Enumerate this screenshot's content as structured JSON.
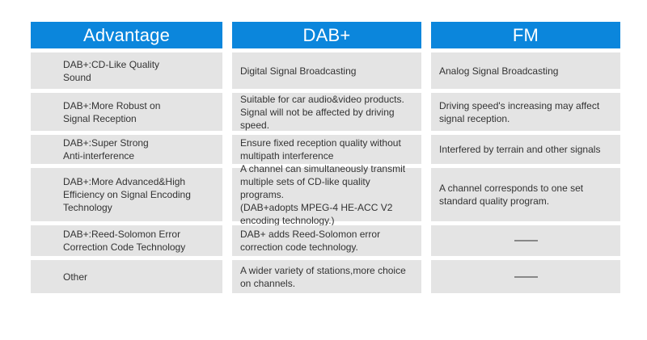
{
  "colors": {
    "header_bg": "#0b86dc",
    "header_text": "#ffffff",
    "row_bg": "#e4e4e4",
    "body_text": "#333333"
  },
  "table": {
    "columns": [
      {
        "header": "Advantage",
        "cells": [
          "DAB+:CD-Like Quality\nSound",
          "DAB+:More Robust on\nSignal Reception",
          "DAB+:Super Strong\nAnti-interference",
          "DAB+:More Advanced&High\nEfficiency on Signal Encoding\nTechnology",
          "DAB+:Reed-Solomon Error\nCorrection Code Technology",
          "Other"
        ]
      },
      {
        "header": "DAB+",
        "cells": [
          "Digital Signal Broadcasting",
          "Suitable for car audio&video products.\nSignal will not be affected by driving\nspeed.",
          "Ensure fixed reception quality without\nmultipath interference",
          "A channel can simultaneously transmit\nmultiple sets of CD-like quality programs.\n(DAB+adopts MPEG-4 HE-ACC V2\nencoding technology.)",
          "DAB+ adds Reed-Solomon error\ncorrection code technology.",
          "A wider variety of stations,more choice\non channels."
        ]
      },
      {
        "header": "FM",
        "cells": [
          "Analog Signal Broadcasting",
          "Driving speed's increasing may affect\nsignal reception.",
          "Interfered by terrain and other signals",
          "A channel corresponds to one set\nstandard quality program.",
          "——",
          "——"
        ]
      }
    ]
  }
}
